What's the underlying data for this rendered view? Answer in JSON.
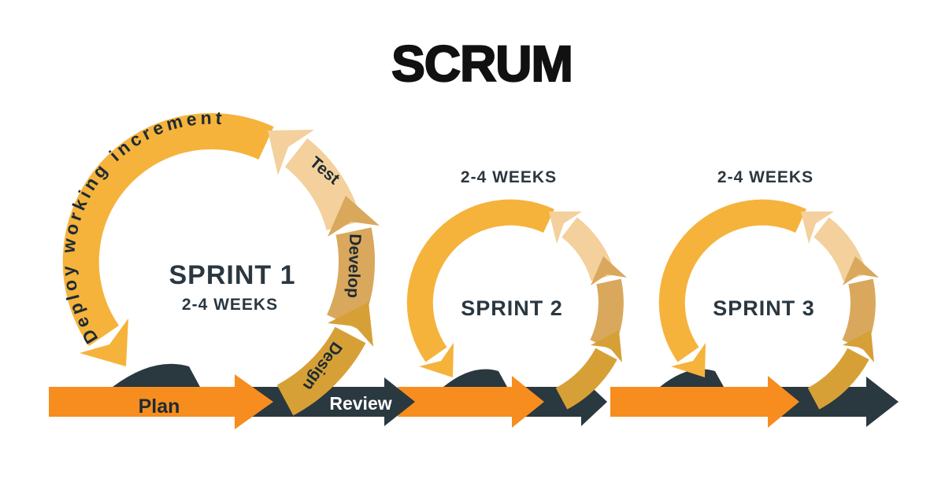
{
  "title": "SCRUM",
  "sprint1": {
    "name": "SPRINT 1",
    "duration": "2-4 WEEKS",
    "steps": {
      "deploy": "Deploy working increment",
      "test": "Test",
      "develop": "Develop",
      "design": "Design"
    }
  },
  "sprint2": {
    "name": "SPRINT 2",
    "duration": "2-4 WEEKS"
  },
  "sprint3": {
    "name": "SPRINT 3",
    "duration": "2-4 WEEKS"
  },
  "timeline": {
    "plan_label": "Plan",
    "review_label": "Review"
  },
  "colors": {
    "cycle_yellow": "#f5b33c",
    "test_peach": "#f3d09c",
    "develop_tan": "#d9a85c",
    "design_gold": "#d7a036",
    "timeline_orange": "#f68d1e",
    "timeline_navy": "#2a3840",
    "text_dark": "#2a3740",
    "title_black": "#111111"
  }
}
